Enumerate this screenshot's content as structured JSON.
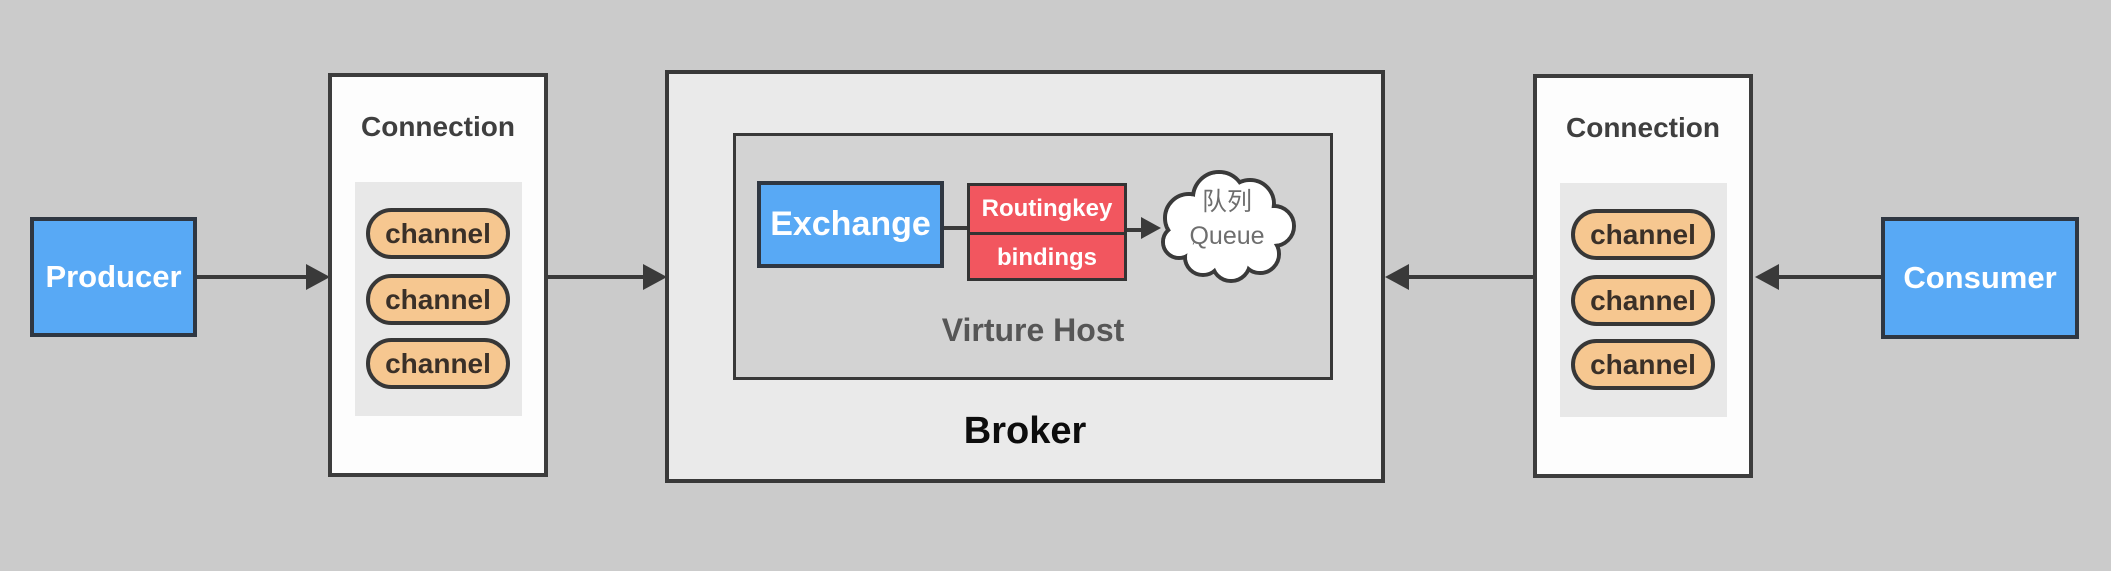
{
  "producer": {
    "label": "Producer"
  },
  "consumer": {
    "label": "Consumer"
  },
  "connection_left": {
    "title": "Connection",
    "channels": [
      "channel",
      "channel",
      "channel"
    ]
  },
  "connection_right": {
    "title": "Connection",
    "channels": [
      "channel",
      "channel",
      "channel"
    ]
  },
  "broker": {
    "label": "Broker",
    "virtual_host": {
      "label": "Virture Host",
      "exchange_label": "Exchange",
      "routingkey_label": "Routingkey",
      "bindings_label": "bindings",
      "queue_label_cn": "队列",
      "queue_label_en": "Queue"
    }
  },
  "colors": {
    "background": "#cbcbcb",
    "node_blue": "#58a9f5",
    "routing_red": "#f2565f",
    "channel_orange": "#f6c790",
    "broker_fill": "#eaeaea",
    "virtual_host_fill": "#d3d3d3",
    "connection_fill": "#fdfdfd",
    "line_dark": "#3a3a3a"
  }
}
